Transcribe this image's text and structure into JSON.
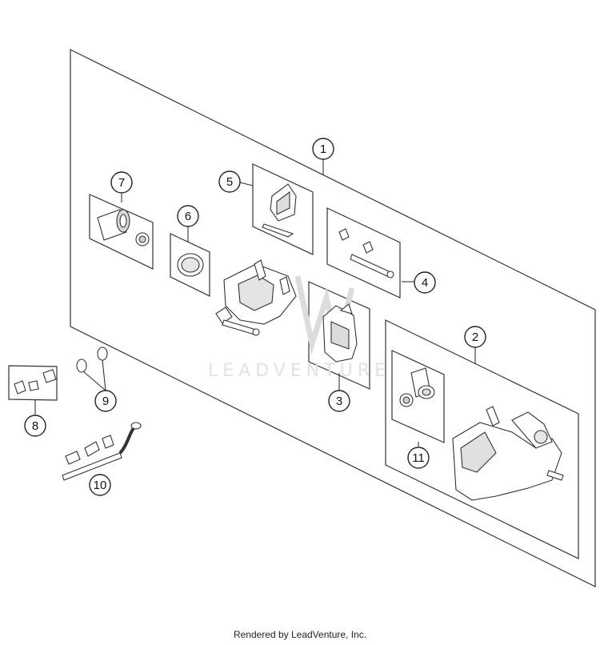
{
  "watermark": "LEADVENTURE",
  "footer": "Rendered by LeadVenture, Inc.",
  "callouts": [
    {
      "id": "c1",
      "label": "1"
    },
    {
      "id": "c2",
      "label": "2"
    },
    {
      "id": "c3",
      "label": "3"
    },
    {
      "id": "c4",
      "label": "4"
    },
    {
      "id": "c5",
      "label": "5"
    },
    {
      "id": "c6",
      "label": "6"
    },
    {
      "id": "c7",
      "label": "7"
    },
    {
      "id": "c8",
      "label": "8"
    },
    {
      "id": "c9",
      "label": "9"
    },
    {
      "id": "c10",
      "label": "10"
    },
    {
      "id": "c11",
      "label": "11"
    }
  ]
}
